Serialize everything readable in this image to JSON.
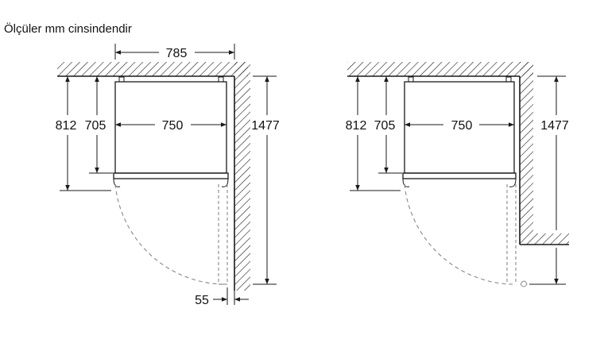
{
  "caption": "Ölçüler mm cinsindendir",
  "left_drawing": {
    "width_overall": "785",
    "width_body": "750",
    "depth_total": "812",
    "depth_body": "705",
    "door_swing_depth": "1477",
    "wall_clearance": "55"
  },
  "right_drawing": {
    "depth_total": "812",
    "depth_body": "705",
    "width_body": "750",
    "door_swing_depth": "1477"
  },
  "colors": {
    "line": "#1a1a1a",
    "dashed": "#888888",
    "background": "#ffffff"
  }
}
